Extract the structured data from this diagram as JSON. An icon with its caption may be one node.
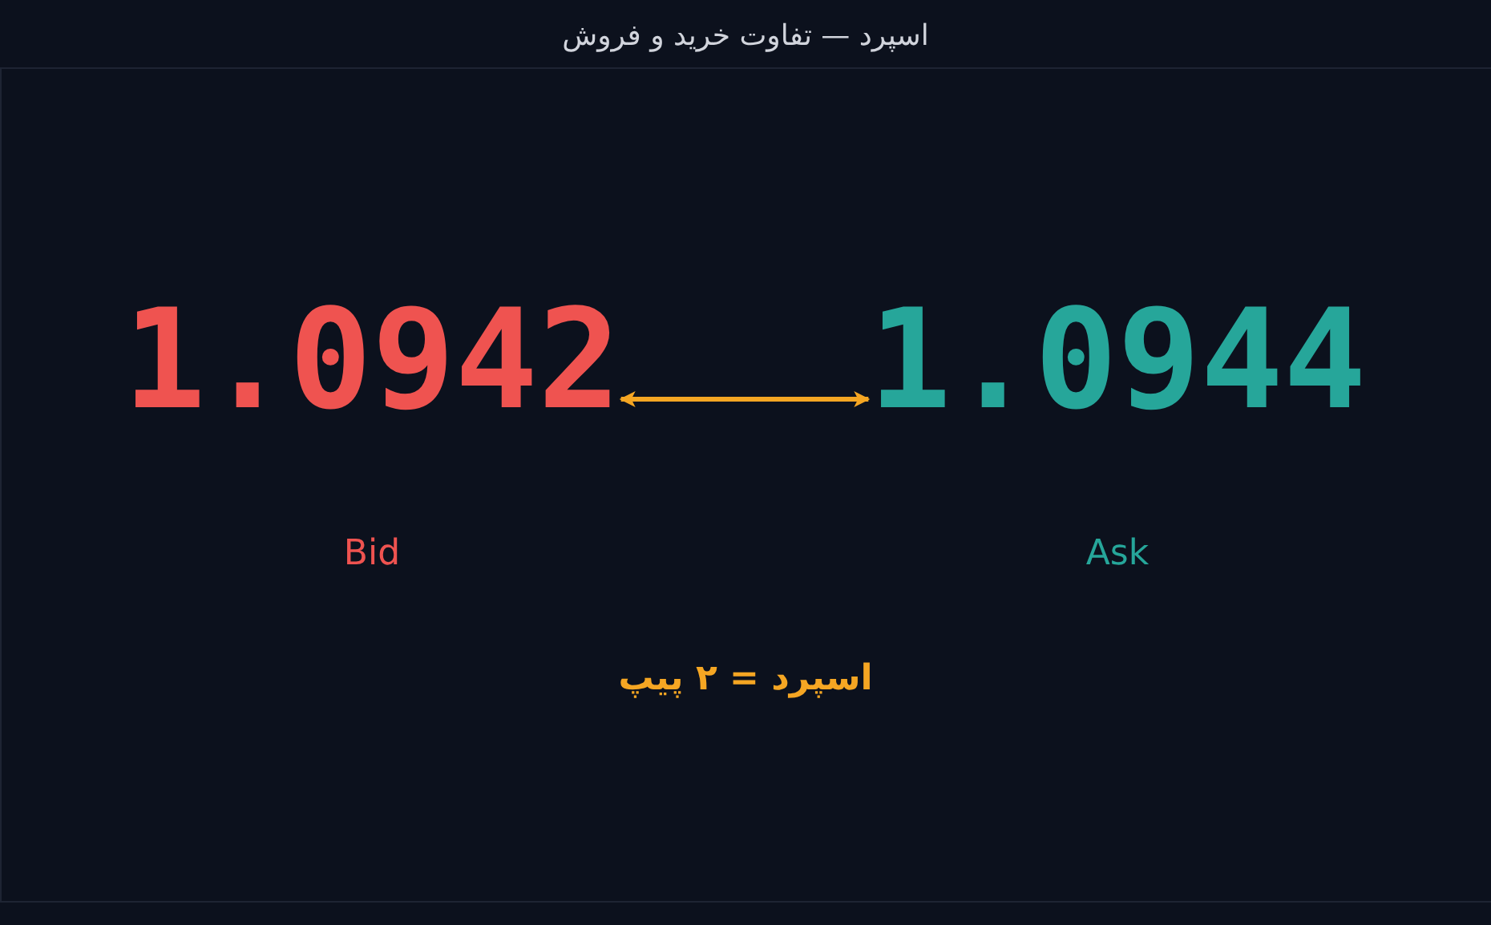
{
  "diagram": {
    "title": "اسپرد — تفاوت خرید و فروش",
    "nodes": [
      {
        "text": [
          "1.0942"
        ],
        "beside": [
          "Bid"
        ]
      },
      {
        "text": [
          "1.0944"
        ],
        "beside": [
          "Ask"
        ]
      }
    ],
    "edges": [
      {
        "from": 0,
        "to": 1,
        "arrow": "both"
      }
    ],
    "labels": [
      "اسپرد = ۲ پیپ"
    ]
  }
}
